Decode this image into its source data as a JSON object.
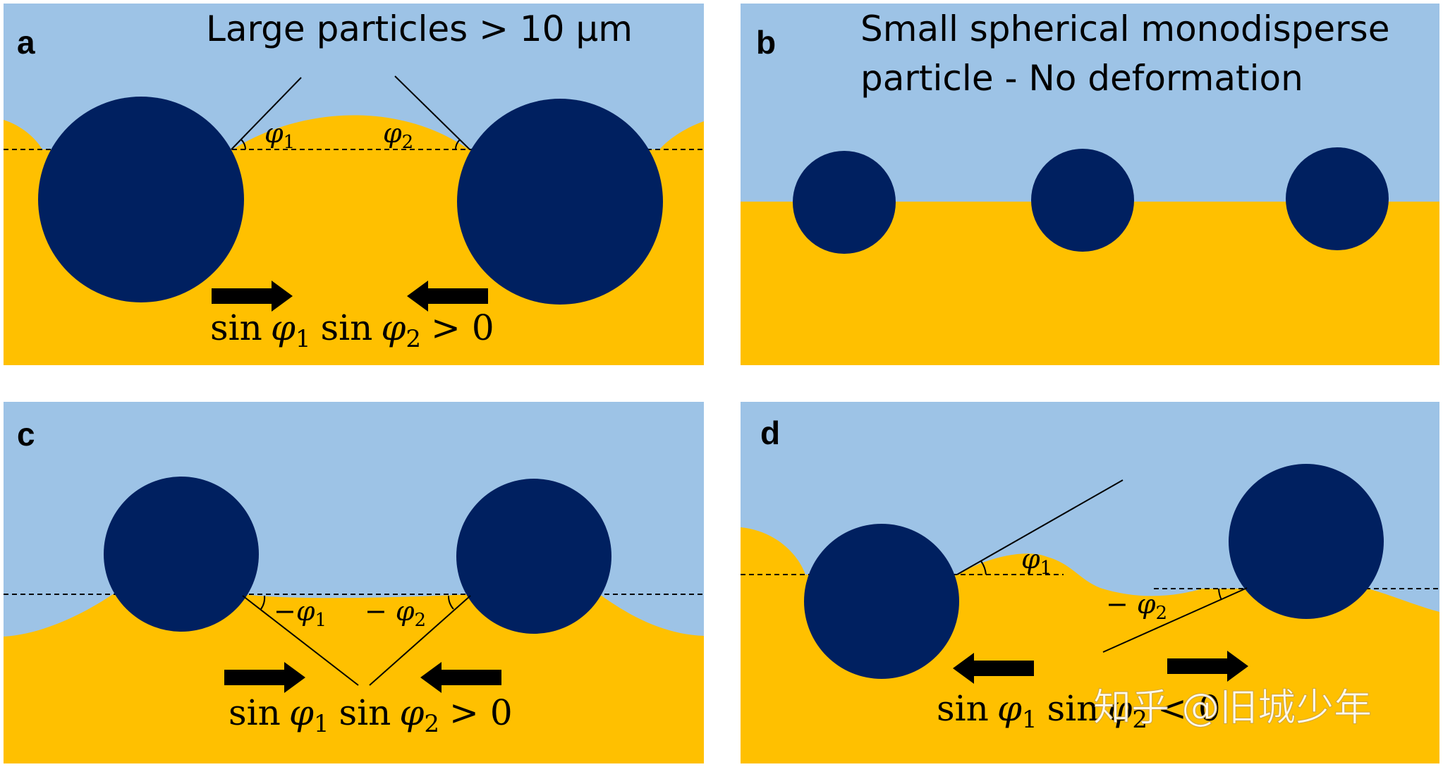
{
  "colors": {
    "air": "#9dc3e6",
    "liquid": "#ffc000",
    "particle": "#002060",
    "line": "#000000",
    "watermark": "#ffffff"
  },
  "panels": [
    {
      "label": "a",
      "title_lines": [
        "Large particles > 10 μm"
      ],
      "formula": {
        "lhs": "sin",
        "phi": "φ",
        "sub1": "1",
        "sub2": "2",
        "rhs": "> 0"
      },
      "angles": [
        {
          "prefix": "",
          "sub": "1"
        },
        {
          "prefix": "",
          "sub": "2"
        }
      ],
      "arrows": [
        "right",
        "left"
      ]
    },
    {
      "label": "b",
      "title_lines": [
        "Small spherical monodisperse",
        "particle - No deformation"
      ]
    },
    {
      "label": "c",
      "formula": {
        "lhs": "sin",
        "phi": "φ",
        "sub1": "1",
        "sub2": "2",
        "rhs": "> 0"
      },
      "angles": [
        {
          "prefix": "−",
          "sub": "1"
        },
        {
          "prefix": "− ",
          "sub": "2"
        }
      ],
      "arrows": [
        "right",
        "left"
      ]
    },
    {
      "label": "d",
      "formula": {
        "lhs": "sin",
        "phi": "φ",
        "sub1": "1",
        "sub2": "2",
        "rhs": "< 0"
      },
      "angles": [
        {
          "prefix": "",
          "sub": "1"
        },
        {
          "prefix": "− ",
          "sub": "2"
        }
      ],
      "arrows": [
        "left",
        "right"
      ]
    }
  ],
  "watermark": "知乎 @旧城少年",
  "phi_symbol": "φ",
  "sin_text": "sin"
}
